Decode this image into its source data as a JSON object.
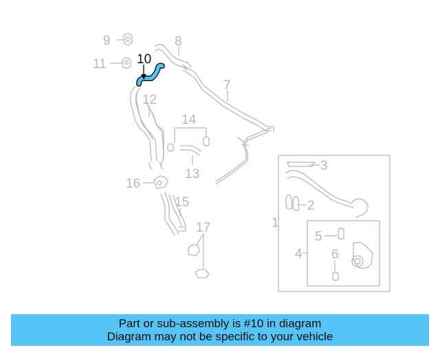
{
  "diagram": {
    "callouts": [
      {
        "id": "1",
        "label": "1",
        "highlighted": false
      },
      {
        "id": "2",
        "label": "2",
        "highlighted": false
      },
      {
        "id": "3",
        "label": "3",
        "highlighted": false
      },
      {
        "id": "4",
        "label": "4",
        "highlighted": false
      },
      {
        "id": "5",
        "label": "5",
        "highlighted": false
      },
      {
        "id": "6",
        "label": "6",
        "highlighted": false
      },
      {
        "id": "7",
        "label": "7",
        "highlighted": false
      },
      {
        "id": "8",
        "label": "8",
        "highlighted": false
      },
      {
        "id": "9",
        "label": "9",
        "highlighted": false
      },
      {
        "id": "10",
        "label": "10",
        "highlighted": true
      },
      {
        "id": "11",
        "label": "11",
        "highlighted": false
      },
      {
        "id": "12",
        "label": "12",
        "highlighted": false
      },
      {
        "id": "13",
        "label": "13",
        "highlighted": false
      },
      {
        "id": "14",
        "label": "14",
        "highlighted": false
      },
      {
        "id": "15",
        "label": "15",
        "highlighted": false
      },
      {
        "id": "16",
        "label": "16",
        "highlighted": false
      },
      {
        "id": "17",
        "label": "17",
        "highlighted": false
      }
    ],
    "colors": {
      "highlight_part": "#55c4f6",
      "line_art": "#b8b8b8",
      "banner_bg": "#55c4f6"
    }
  },
  "banner": {
    "line1": "Part or sub-assembly is #10 in diagram",
    "line2": "Diagram may not be specific to your vehicle"
  }
}
